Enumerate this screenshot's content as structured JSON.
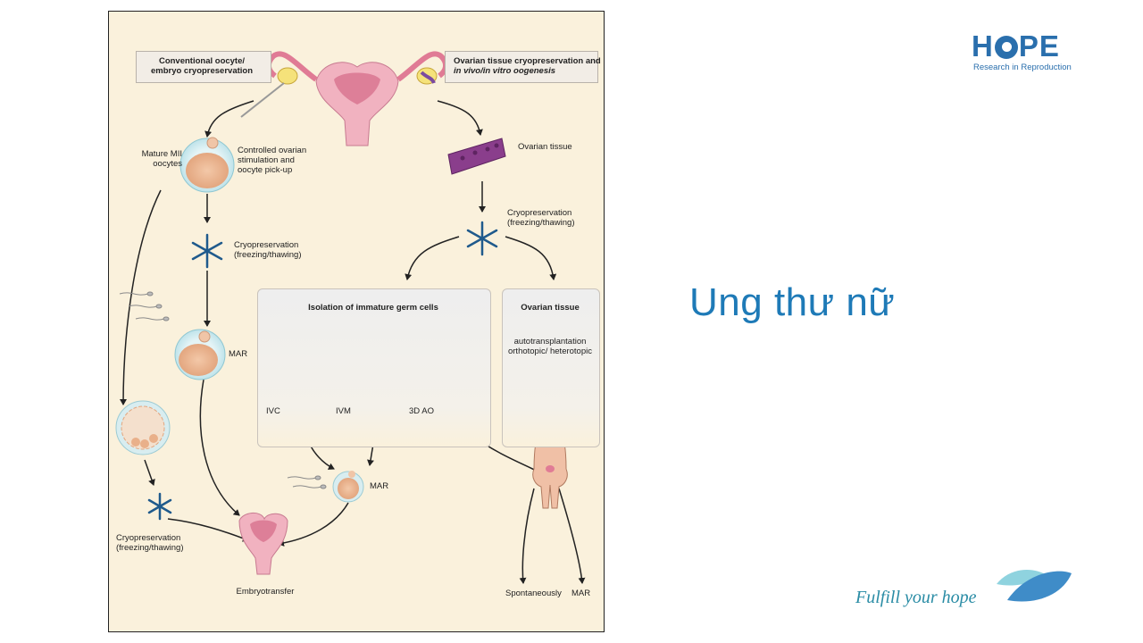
{
  "slide": {
    "title": "Ung thư nữ",
    "logo_main": "HOPE",
    "logo_h": "H",
    "logo_pe": "PE",
    "logo_sub": "Research in Reproduction",
    "tagline": "Fulfill your hope",
    "colors": {
      "title": "#1e7ab7",
      "logo": "#2a6fad",
      "tagline": "#2a8ca5",
      "figure_bg": "#faf1dc"
    }
  },
  "diagram": {
    "left_header": "Conventional oocyte/ embryo cryopreservation",
    "right_header_1": "Ovarian tissue cryopreservation and",
    "right_header_2": "in vivo/in vitro oogenesis",
    "mature_oocytes": "Mature MII oocytes",
    "controlled": "Controlled ovarian stimulation and oocyte pick-up",
    "cryo_left": "Cryopreservation (freezing/thawing)",
    "mar_left": "MAR",
    "cryo_bottom_left": "Cryopreservation (freezing/thawing)",
    "embryotransfer": "Embryotransfer",
    "ovarian_tissue_label": "Ovarian tissue",
    "cryo_right": "Cryopreservation (freezing/thawing)",
    "isolation_panel": "Isolation of immature germ cells",
    "ovarian_panel": "Ovarian tissue",
    "ivc": "IVC",
    "ivm": "IVM",
    "ao3d": "3D AO",
    "mar_center": "MAR",
    "autotransplant": "autotransplantation orthotopic/ heterotopic",
    "spontaneously": "Spontaneously",
    "mar_right": "MAR",
    "icons": [
      "uterus-icon",
      "snowflake-icon",
      "oocyte-icon",
      "ovarian-tissue-icon",
      "sperm-icon",
      "embryo-icon",
      "woman-figure-icon",
      "scaffold-icon"
    ]
  }
}
